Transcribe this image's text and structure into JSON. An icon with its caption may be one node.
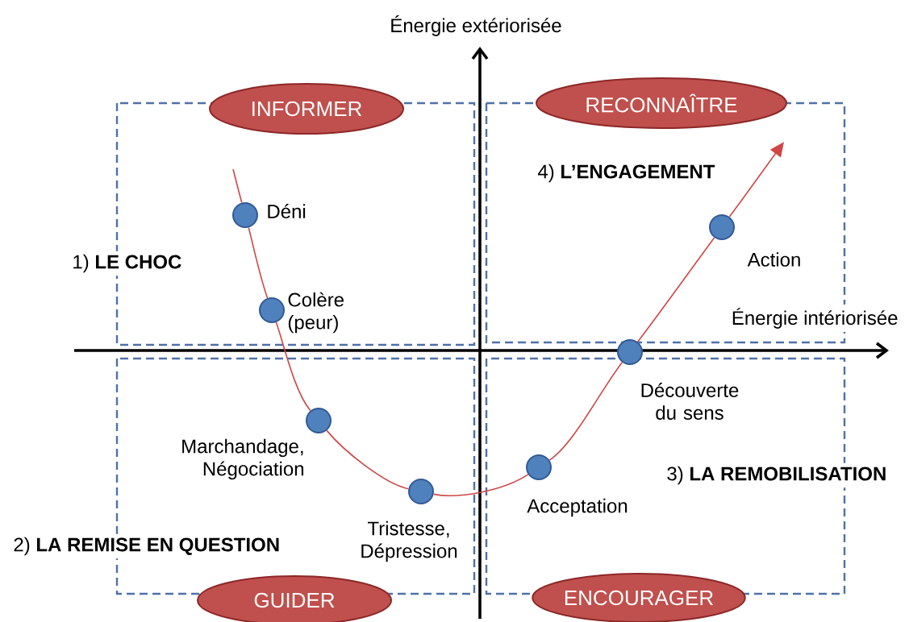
{
  "diagram": {
    "nodes": [
      {
        "text": [
          "INFORMER"
        ]
      },
      {
        "text": [
          "RECONNAÎTRE"
        ]
      },
      {
        "text": [
          "GUIDER"
        ]
      },
      {
        "text": [
          "ENCOURAGER"
        ]
      },
      {
        "text": [],
        "shape": "circle",
        "beside": [
          "Déni"
        ]
      },
      {
        "text": [],
        "shape": "circle",
        "beside": [
          "Colère (peur)"
        ]
      },
      {
        "text": [],
        "shape": "circle",
        "beside": [
          "Marchandage, Négociation"
        ]
      },
      {
        "text": [],
        "shape": "circle",
        "beside": [
          "Tristesse, Dépression"
        ]
      },
      {
        "text": [],
        "shape": "circle",
        "beside": [
          "Acceptation"
        ]
      },
      {
        "text": [],
        "shape": "circle",
        "beside": [
          "Découverte du sens"
        ]
      },
      {
        "text": [],
        "shape": "circle",
        "beside": [
          "Action"
        ]
      }
    ],
    "edges": [
      {
        "from": null,
        "to": 4,
        "arrow": "none"
      },
      {
        "from": 4,
        "to": 5,
        "arrow": "none"
      },
      {
        "from": 5,
        "to": 6,
        "arrow": "none"
      },
      {
        "from": 6,
        "to": 7,
        "arrow": "none"
      },
      {
        "from": 7,
        "to": 8,
        "arrow": "none"
      },
      {
        "from": 8,
        "to": 9,
        "arrow": "none"
      },
      {
        "from": 9,
        "to": 10,
        "arrow": "none"
      },
      {
        "from": 10,
        "to": null,
        "arrow": "to"
      }
    ],
    "labels": [
      "Énergie extériorisée",
      "4) **L’ENGAGEMENT**",
      "1) **LE CHOC**",
      "Énergie intériorisée",
      "3) **LA REMOBILISATION**",
      "2) **LA REMISE EN QUESTION**"
    ]
  }
}
